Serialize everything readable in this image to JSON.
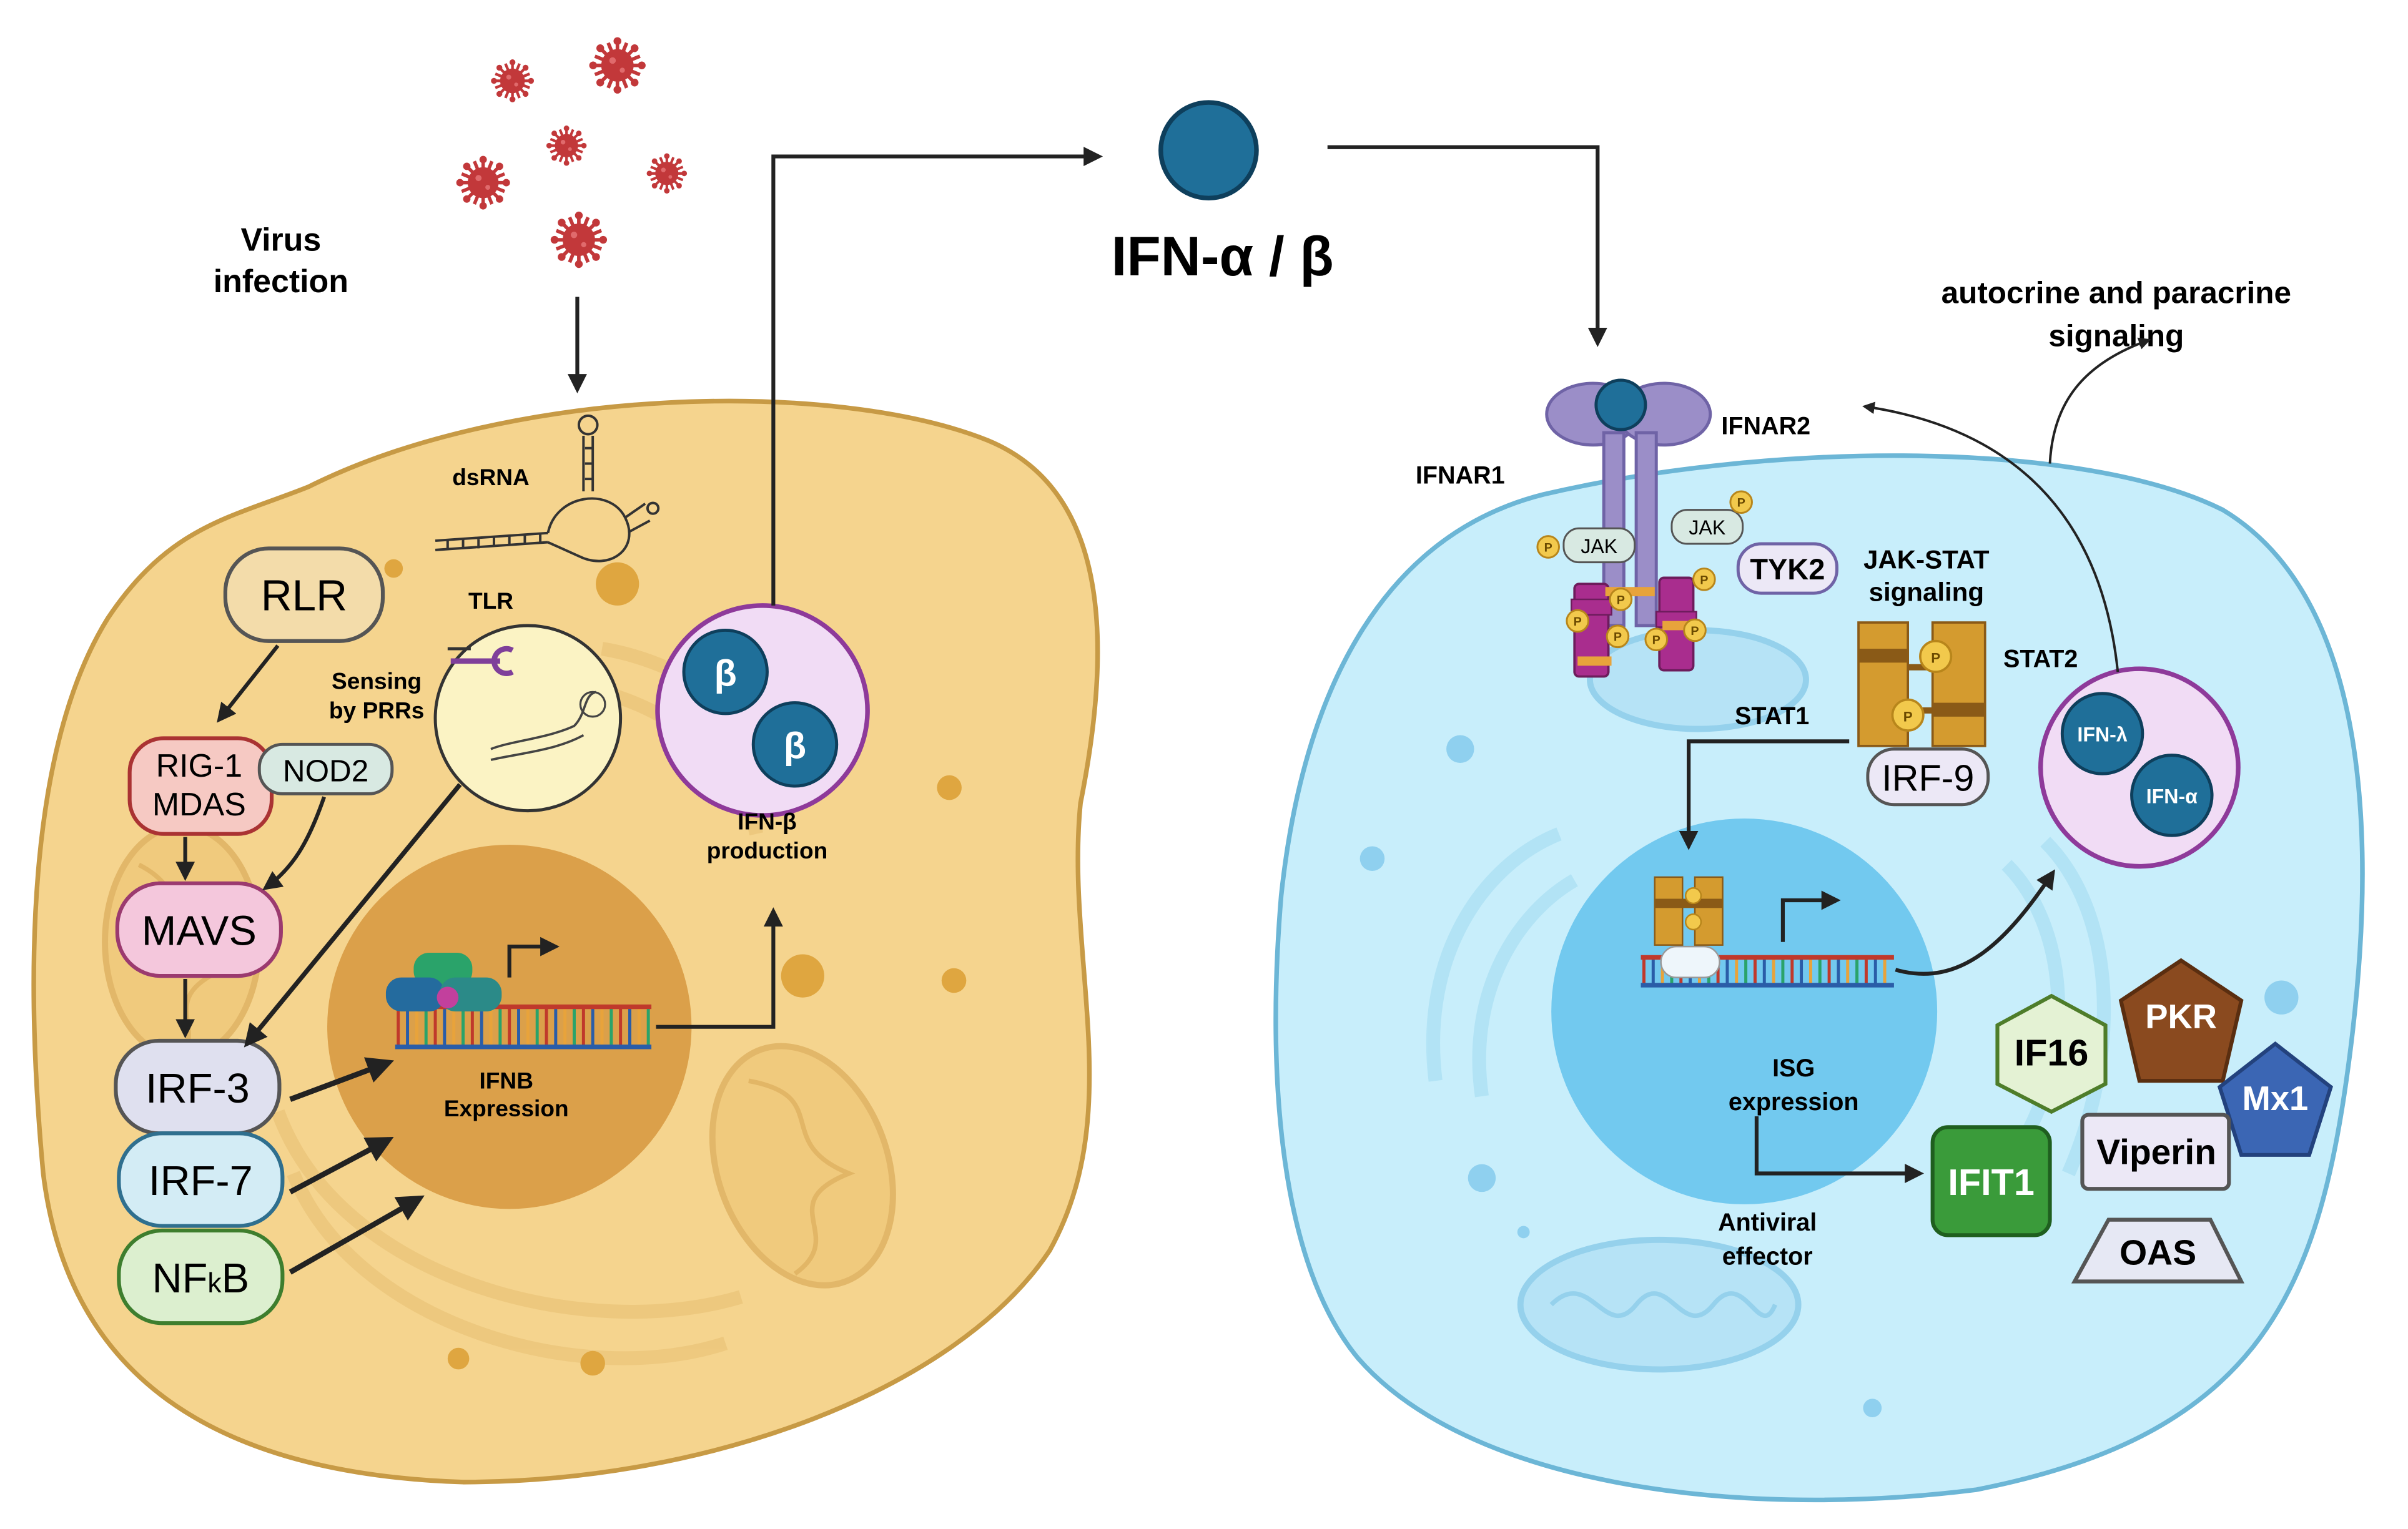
{
  "colors": {
    "cell_left_fill": "#f5d48e",
    "cell_left_stroke": "#c79a45",
    "nucleus_left": "#dba04a",
    "cell_right_fill": "#c8eefb",
    "cell_right_stroke": "#6cb6d6",
    "nucleus_right": "#72c9ef",
    "virus": "#c2383a",
    "ifn_ball": "#1f6f99",
    "arrow": "#222222",
    "vesicle_fill": "#f1dcf5",
    "vesicle_stroke": "#8e3a9a"
  },
  "labels": {
    "virus_infection": [
      "Virus",
      "infection"
    ],
    "dsrna": "dsRNA",
    "tlr": "TLR",
    "sensing": [
      "Sensing",
      "by PRRs"
    ],
    "ifn_beta_production": [
      "IFN-β",
      "production"
    ],
    "ifnb_expression": [
      "IFNB",
      "Expression"
    ],
    "ifn_alpha_beta": "IFN-α / β",
    "autocrine": [
      "autocrine and paracrine",
      "signaling"
    ],
    "ifnar1": "IFNAR1",
    "ifnar2": "IFNAR2",
    "jak_stat": [
      "JAK-STAT",
      "signaling"
    ],
    "stat1": "STAT1",
    "stat2": "STAT2",
    "isg_expression": [
      "ISG",
      "expression"
    ],
    "antiviral_effector": [
      "Antiviral",
      "effector"
    ],
    "beta_symbol": "β",
    "jak": "JAK",
    "p": "P"
  },
  "left_pills": {
    "rlr": "RLR",
    "rig1": [
      "RIG-1",
      "MDAS"
    ],
    "nod2": "NOD2",
    "mavs": "MAVS",
    "irf3": "IRF-3",
    "irf7": "IRF-7",
    "nfkb": [
      "NF",
      "k",
      "B"
    ]
  },
  "right_components": {
    "tyk2": "TYK2",
    "irf9": "IRF-9",
    "ifn_lambda": "IFN-λ",
    "ifn_alpha": "IFN-α"
  },
  "effectors": {
    "if16": "IF16",
    "pkr": "PKR",
    "mx1": "Mx1",
    "viperin": "Viperin",
    "ifit1": "IFIT1",
    "oas": "OAS"
  }
}
